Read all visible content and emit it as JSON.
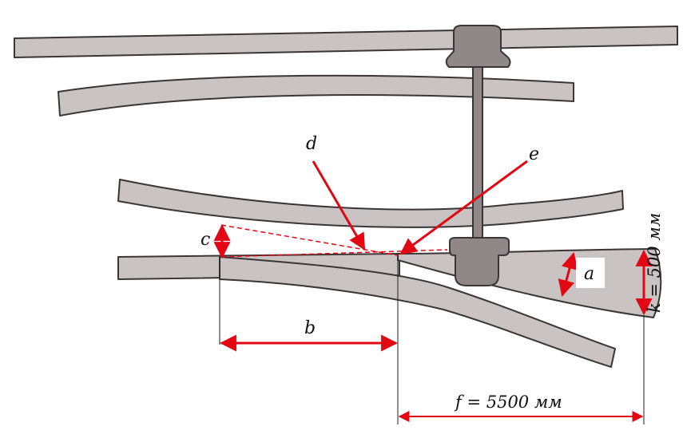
{
  "labels": {
    "a": "a",
    "b": "b",
    "c": "c",
    "d": "d",
    "e": "e",
    "f": "f = 5500 мм",
    "k": "k = 500 мм"
  },
  "colors": {
    "rail": "#c9c3c3",
    "rail_outline": "#3b3536",
    "fitting": "#8f8788",
    "dimension": "#e30613",
    "text": "#111111"
  }
}
